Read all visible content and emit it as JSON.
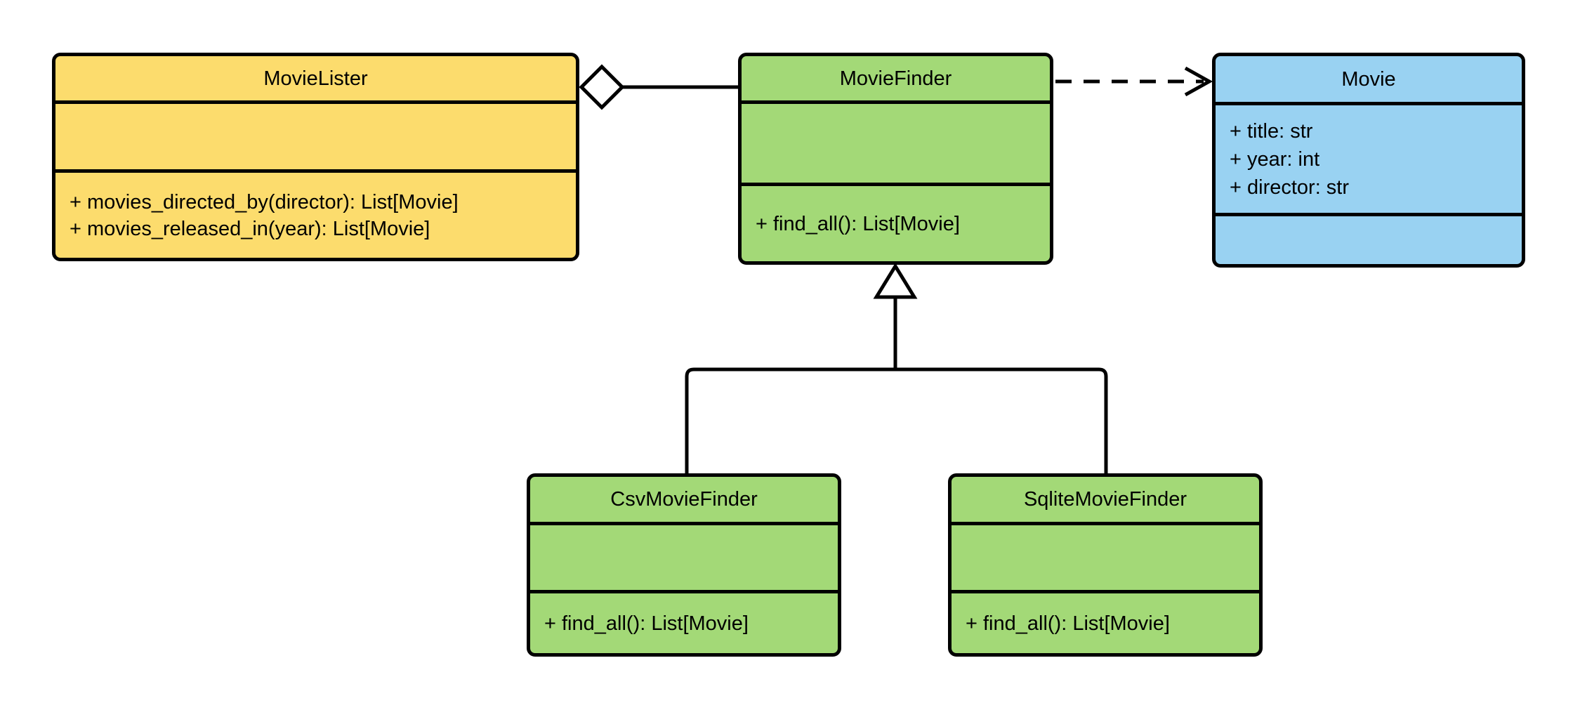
{
  "diagram": {
    "kind": "uml-class-diagram",
    "background": "#ffffff",
    "colors": {
      "yellow_fill": "#fcdc6d",
      "green_fill": "#a3d977",
      "blue_fill": "#99d2f2",
      "stroke": "#000000"
    },
    "classes": [
      {
        "name": "MovieLister",
        "fill": "#fcdc6d",
        "attributes": [],
        "methods": [
          "+ movies_directed_by(director): List[Movie]",
          "+ movies_released_in(year): List[Movie]"
        ]
      },
      {
        "name": "MovieFinder",
        "fill": "#a3d977",
        "attributes": [],
        "methods": [
          "+ find_all(): List[Movie]"
        ]
      },
      {
        "name": "Movie",
        "fill": "#99d2f2",
        "attributes": [
          "+ title: str",
          "+ year: int",
          "+ director: str"
        ],
        "methods": []
      },
      {
        "name": "CsvMovieFinder",
        "fill": "#a3d977",
        "attributes": [],
        "methods": [
          "+ find_all(): List[Movie]"
        ]
      },
      {
        "name": "SqliteMovieFinder",
        "fill": "#a3d977",
        "attributes": [],
        "methods": [
          "+ find_all(): List[Movie]"
        ]
      }
    ],
    "relationships": [
      {
        "type": "aggregation",
        "owner": "MovieLister",
        "part": "MovieFinder"
      },
      {
        "type": "dependency",
        "from": "MovieFinder",
        "to": "Movie"
      },
      {
        "type": "generalization",
        "child": "CsvMovieFinder",
        "parent": "MovieFinder"
      },
      {
        "type": "generalization",
        "child": "SqliteMovieFinder",
        "parent": "MovieFinder"
      }
    ]
  }
}
